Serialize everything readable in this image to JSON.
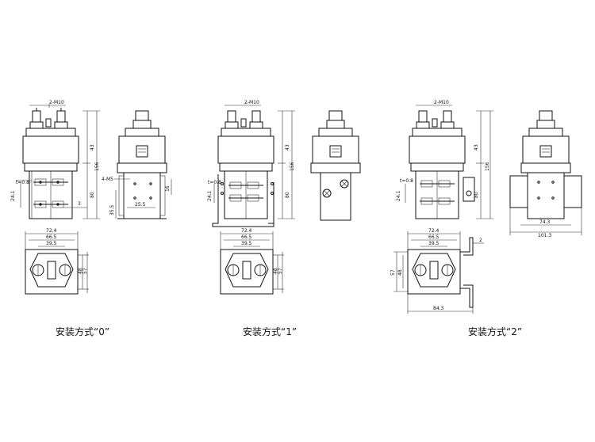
{
  "captions": [
    "安装方式“0”",
    "安装方式“1”",
    "安装方式“2”"
  ],
  "dims": {
    "thread": "2-M10",
    "h_top": "43",
    "h_total": "156",
    "h_lower": "80",
    "t": "t=0.8",
    "pitch_v": "24.1",
    "gap": "3",
    "holes": "4-M5",
    "mount_h": "35.5",
    "mount_w": "25.5",
    "side_small": "16",
    "w_outer": "72.4",
    "w_mid": "66.5",
    "w_inner": "39.5",
    "h48": "48",
    "h57": "57",
    "bracket_t": "2",
    "w_84": "84.3",
    "w_74": "74.3",
    "w_101": "101.3"
  }
}
